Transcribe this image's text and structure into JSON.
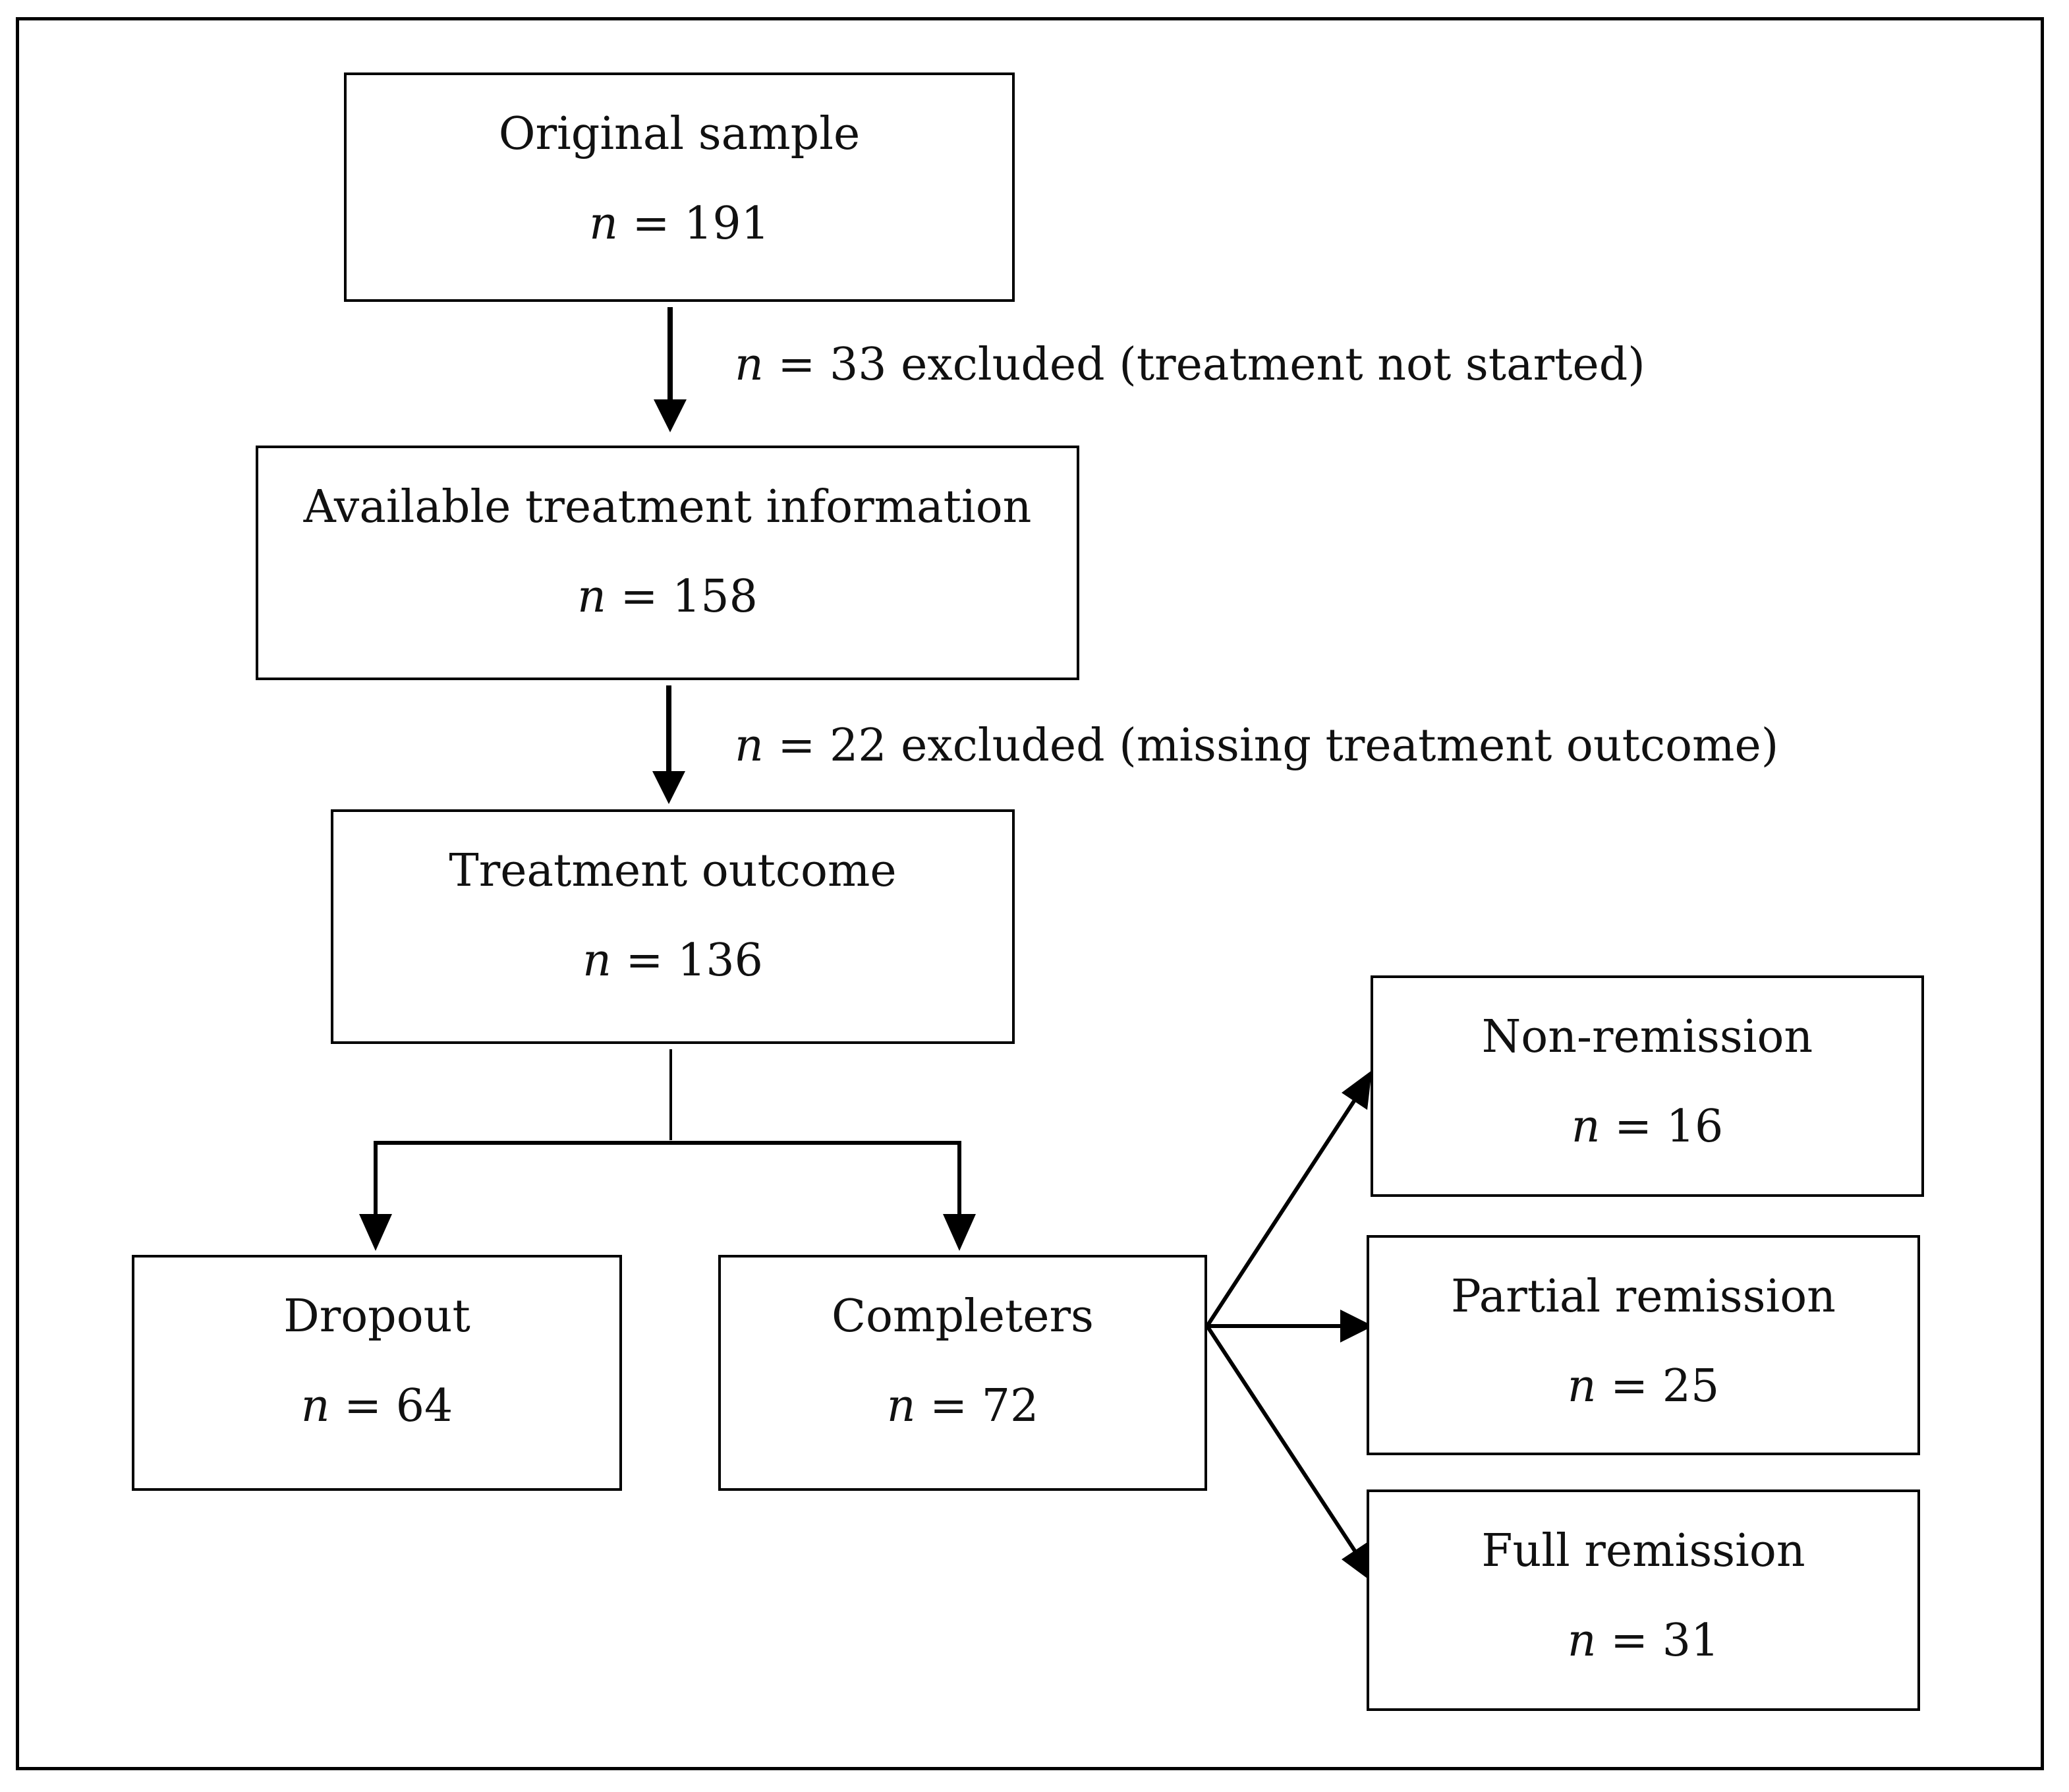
{
  "boxes": {
    "original": {
      "label": "Original sample",
      "n_prefix": "n",
      "n_value": "= 191"
    },
    "available": {
      "label": "Available treatment information",
      "n_prefix": "n",
      "n_value": "= 158"
    },
    "outcome": {
      "label": "Treatment outcome",
      "n_prefix": "n",
      "n_value": "= 136"
    },
    "dropout": {
      "label": "Dropout",
      "n_prefix": "n",
      "n_value": "= 64"
    },
    "completers": {
      "label": "Completers",
      "n_prefix": "n",
      "n_value": "= 72"
    },
    "nonremission": {
      "label": "Non-remission",
      "n_prefix": "n",
      "n_value": "= 16"
    },
    "partial": {
      "label": "Partial remission",
      "n_prefix": "n",
      "n_value": "= 25"
    },
    "full": {
      "label": "Full remission",
      "n_prefix": "n",
      "n_value": "= 31"
    }
  },
  "exclusions": {
    "first": {
      "n_prefix": "n",
      "text": "= 33 excluded (treatment not started)"
    },
    "second": {
      "n_prefix": "n",
      "text": "= 22 excluded (missing treatment outcome)"
    }
  }
}
